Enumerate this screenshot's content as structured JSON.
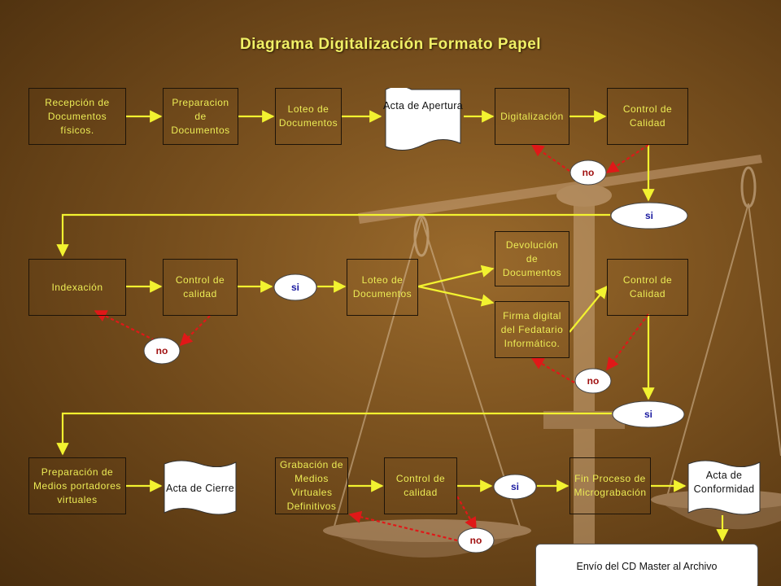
{
  "title": "Diagrama Digitalización Formato Papel",
  "row1": {
    "recepcion": "Recepción de Documentos físicos.",
    "preparacion": "Preparacion de Documentos",
    "loteo": "Loteo de Documentos",
    "acta_apertura": "Acta de Apertura",
    "digitalizacion": "Digitalización",
    "control": "Control de Calidad",
    "no": "no",
    "si": "si"
  },
  "row2": {
    "indexacion": "Indexación",
    "control1": "Control de calidad",
    "si1": "si",
    "loteo": "Loteo de Documentos",
    "devolucion": "Devolución de Documentos",
    "firma": "Firma digital del Fedatario Informático.",
    "control2": "Control de Calidad",
    "no1": "no",
    "no2": "no",
    "si2": "si"
  },
  "row3": {
    "preparacion_medios": "Preparación de Medios portadores virtuales",
    "acta_cierre": "Acta de Cierre",
    "grabacion": "Grabación de Medios Virtuales Definitivos",
    "control": "Control de calidad",
    "si": "si",
    "no": "no",
    "fin": "Fin Proceso de Micrograbación",
    "acta_conformidad": "Acta de Conformidad",
    "envio": "Envío del CD Master al Archivo"
  },
  "colors": {
    "flow": "#f2f230",
    "reject": "#e01818",
    "label": "#ecec55"
  }
}
